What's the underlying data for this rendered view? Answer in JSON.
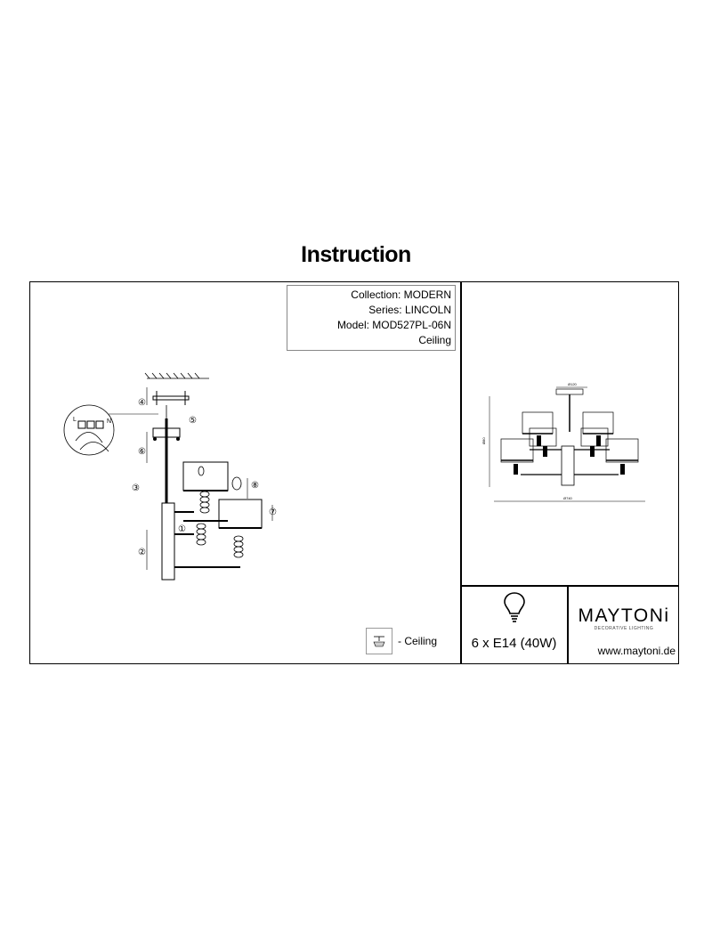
{
  "title": "Instruction",
  "info": {
    "collection": "Collection: MODERN",
    "series": "Series: LINCOLN",
    "model": "Model: MOD527PL-06N",
    "mount": "Ceiling"
  },
  "legend": {
    "ceiling_label": "- Ceiling",
    "icon": "ceiling-mount-icon"
  },
  "steps": [
    "①",
    "②",
    "③",
    "④",
    "⑤",
    "⑥",
    "⑦",
    "⑧"
  ],
  "wiring": {
    "live": "L",
    "neutral": "N"
  },
  "dimensions": {
    "height": "Ø80",
    "width": "Ø740",
    "top": "Ø120"
  },
  "bulb": {
    "icon": "light-bulb-icon",
    "spec": "6 x E14 (40W)"
  },
  "brand": {
    "name": "MAYTONi",
    "tagline": "DECORATIVE LIGHTING",
    "website": "www.maytoni.de"
  }
}
